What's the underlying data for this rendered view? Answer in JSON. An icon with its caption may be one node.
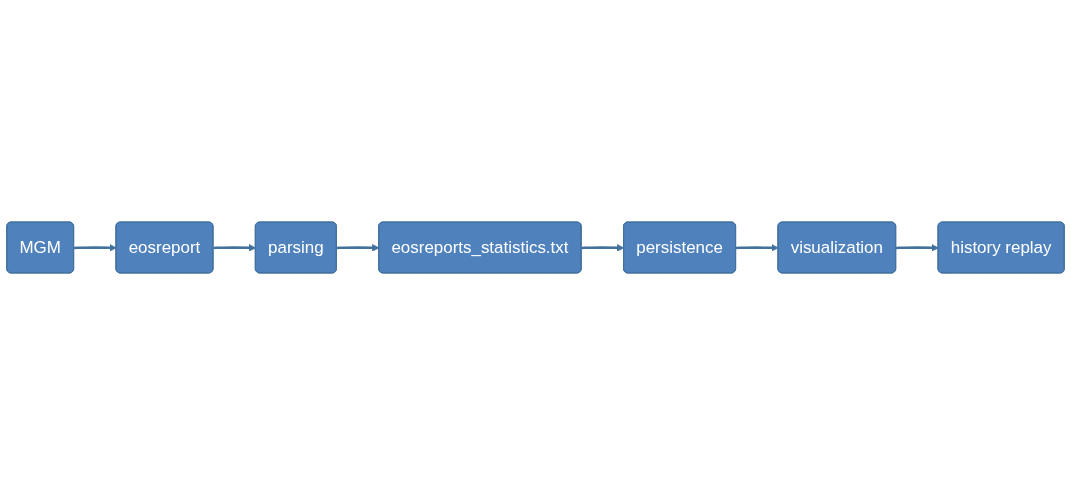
{
  "diagram": {
    "nodes": [
      {
        "text": [
          "MGM"
        ]
      },
      {
        "text": [
          "eosreport"
        ]
      },
      {
        "text": [
          "parsing"
        ]
      },
      {
        "text": [
          "eosreports_statistics.txt"
        ]
      },
      {
        "text": [
          "persistence"
        ]
      },
      {
        "text": [
          "visualization"
        ]
      },
      {
        "text": [
          "history replay"
        ]
      }
    ],
    "edges": [
      {
        "from": 0,
        "to": 1,
        "arrow": "to"
      },
      {
        "from": 1,
        "to": 2,
        "arrow": "to"
      },
      {
        "from": 2,
        "to": 3,
        "arrow": "to"
      },
      {
        "from": 3,
        "to": 4,
        "arrow": "to"
      },
      {
        "from": 4,
        "to": 5,
        "arrow": "to"
      },
      {
        "from": 5,
        "to": 6,
        "arrow": "to"
      }
    ]
  }
}
